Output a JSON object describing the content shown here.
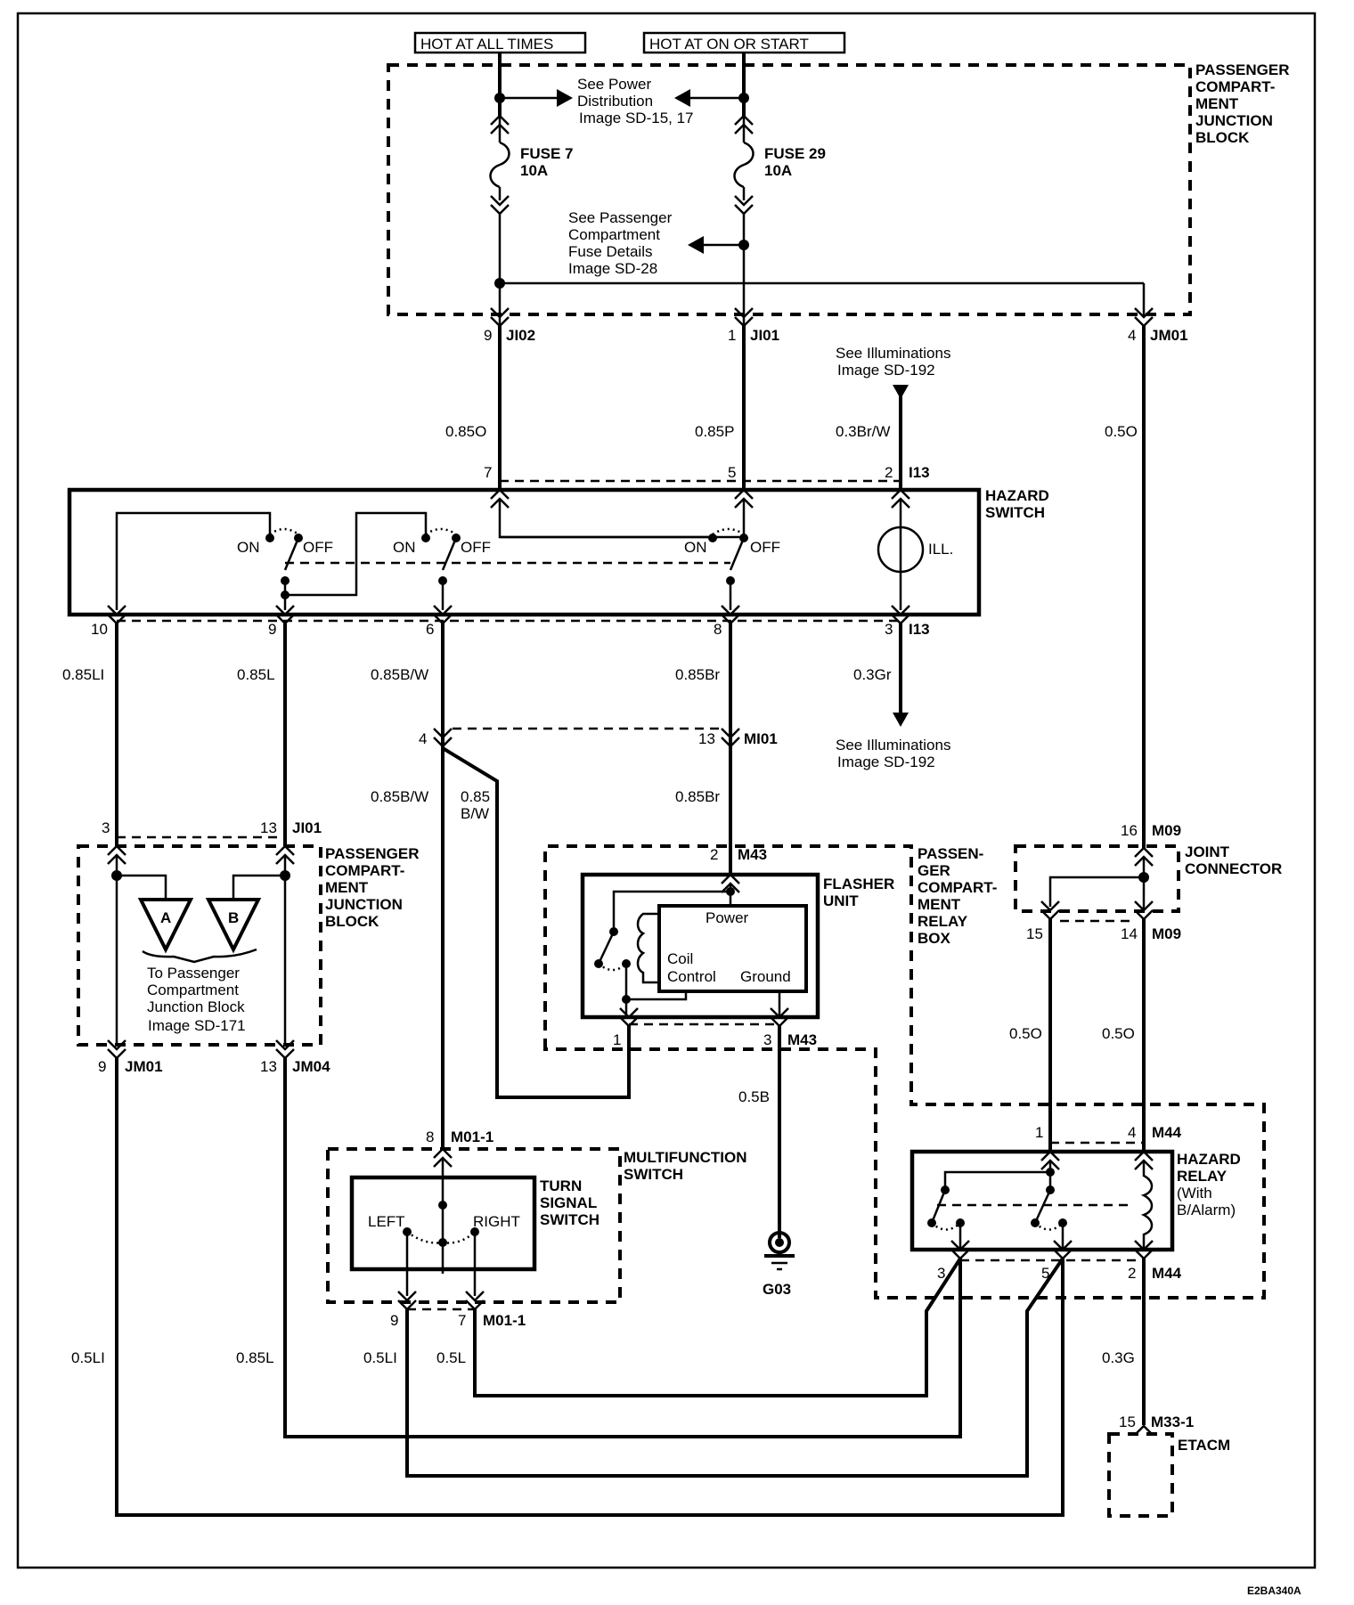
{
  "diagram_id": "E2BA340A",
  "power": {
    "hot_all_times": "HOT AT ALL TIMES",
    "hot_on_start": "HOT AT ON OR START"
  },
  "junction_block_top": {
    "label": [
      "PASSENGER",
      "COMPART-",
      "MENT",
      "JUNCTION",
      "BLOCK"
    ],
    "fuse7": [
      "FUSE 7",
      "10A"
    ],
    "fuse29": [
      "FUSE 29",
      "10A"
    ],
    "see_power": [
      "See Power",
      "Distribution",
      "Image SD-15, 17"
    ],
    "see_fuse": [
      "See Passenger",
      "Compartment",
      "Fuse Details",
      "Image SD-28"
    ]
  },
  "connectors_top": [
    {
      "pin": "9",
      "name": "JI02",
      "wire": "0.85O"
    },
    {
      "pin": "1",
      "name": "JI01",
      "wire": "0.85P"
    },
    {
      "pin": "4",
      "name": "JM01",
      "wire": "0.5O"
    }
  ],
  "illum_in": {
    "ref": [
      "See Illuminations",
      "Image   SD-192"
    ],
    "wire": "0.3Br/W",
    "pin": "2",
    "name": "I13"
  },
  "illum_out": {
    "ref": [
      "See Illuminations",
      "Image SD-192"
    ],
    "wire": "0.3Gr",
    "pin": "3",
    "name": "I13"
  },
  "hazard_switch": {
    "label": [
      "HAZARD",
      "SWITCH"
    ],
    "top_pins": [
      "7",
      "5"
    ],
    "on": "ON",
    "off": "OFF",
    "ill": "ILL.",
    "bottom_pins": [
      "10",
      "9",
      "6",
      "8"
    ]
  },
  "wires_mid": [
    {
      "label": "0.85LI"
    },
    {
      "label": "0.85L"
    },
    {
      "label": "0.85B/W"
    },
    {
      "label": "0.85Br"
    }
  ],
  "mi01": {
    "pin_4": "4",
    "pin_13": "13",
    "name": "MI01",
    "wire_bw": "0.85B/W",
    "wire_bw2": [
      "0.85",
      "B/W"
    ],
    "wire_br": "0.85Br"
  },
  "junction_block_lower": {
    "label": [
      "PASSENGER",
      "COMPART-",
      "MENT",
      "JUNCTION",
      "BLOCK"
    ],
    "top_pins": [
      "3",
      "13"
    ],
    "top_name": "JI01",
    "tri_a": "A",
    "tri_b": "B",
    "note": [
      "To Passenger",
      "Compartment",
      "Junction Block",
      "Image  SD-171"
    ],
    "bottom_left": {
      "pin": "9",
      "name": "JM01"
    },
    "bottom_right": {
      "pin": "13",
      "name": "JM04"
    }
  },
  "flasher": {
    "label": [
      "FLASHER",
      "UNIT"
    ],
    "pin_top": "2",
    "name": "M43",
    "power": "Power",
    "coil": "Coil",
    "control": "Control",
    "ground": "Ground",
    "pin_1": "1",
    "pin_3": "3",
    "ground_wire": "0.5B",
    "ground_name": "G03"
  },
  "relay_box": {
    "label": [
      "PASSEN-",
      "GER",
      "COMPART-",
      "MENT",
      "RELAY",
      "BOX"
    ]
  },
  "joint_connector": {
    "label": [
      "JOINT",
      "CONNECTOR"
    ],
    "pin_16": "16",
    "pin_15": "15",
    "pin_14": "14",
    "name": "M09",
    "wire_15": "0.5O",
    "wire_14": "0.5O"
  },
  "hazard_relay": {
    "label": [
      "HAZARD",
      "RELAY",
      "(With",
      "B/Alarm)"
    ],
    "pin_1": "1",
    "pin_4": "4",
    "pin_3": "3",
    "pin_5": "5",
    "pin_2": "2",
    "name": "M44",
    "wire_out": "0.3G"
  },
  "multifunction": {
    "label": [
      "MULTIFUNCTION",
      "SWITCH"
    ],
    "pin_8": "8",
    "name": "M01-1",
    "turn_label": [
      "TURN",
      "SIGNAL",
      "SWITCH"
    ],
    "left": "LEFT",
    "right": "RIGHT",
    "pin_9": "9",
    "pin_7": "7"
  },
  "bottom_wires": [
    "0.5LI",
    "0.85L",
    "0.5LI",
    "0.5L"
  ],
  "etacm": {
    "pin": "15",
    "name": "M33-1",
    "label": "ETACM"
  }
}
